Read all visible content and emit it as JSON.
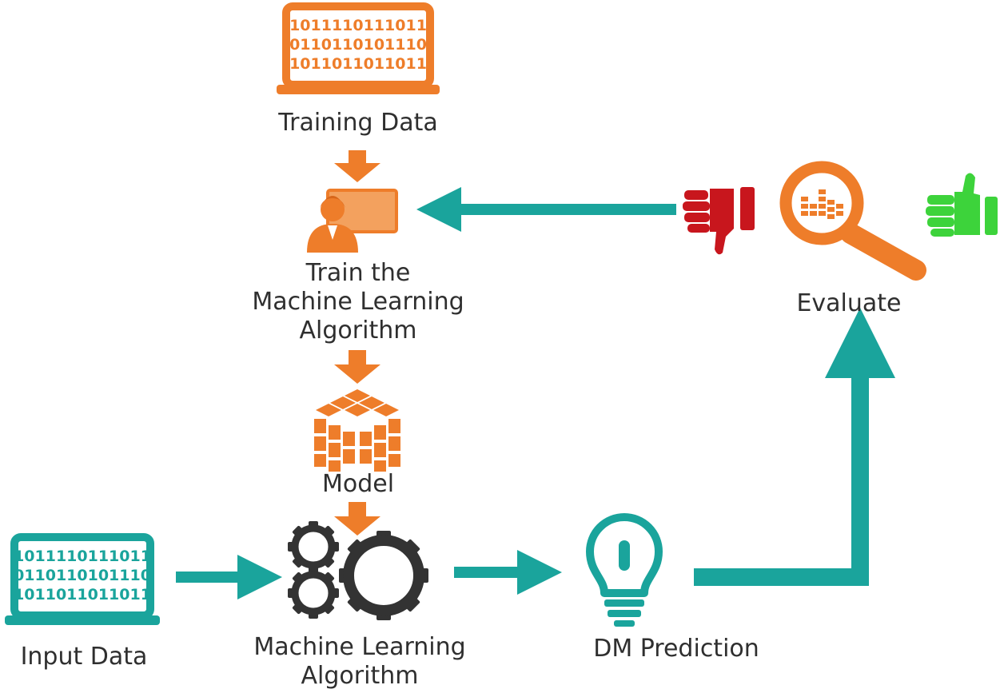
{
  "colors": {
    "orange": "#EE7D2A",
    "teal": "#1AA49C",
    "dark": "#333333",
    "red": "#C8161D",
    "green": "#3DD33B"
  },
  "nodes": {
    "training_data": {
      "label": "Training Data",
      "bits": [
        "1011110111011",
        "0110110101110",
        "1011011011011"
      ],
      "icon": "laptop-icon"
    },
    "train": {
      "label_lines": [
        "Train the",
        "Machine Learning",
        "Algorithm"
      ],
      "icon": "trainer-presentation-icon"
    },
    "model": {
      "label": "Model",
      "icon": "cube-grid-icon"
    },
    "input_data": {
      "label": "Input Data",
      "bits": [
        "1011110111011",
        "0110110101110",
        "1011011011011"
      ],
      "icon": "laptop-icon"
    },
    "ml_algorithm": {
      "label_lines": [
        "Machine Learning",
        "Algorithm"
      ],
      "icon": "gears-icon"
    },
    "prediction": {
      "label": "DM Prediction",
      "icon": "lightbulb-icon"
    },
    "evaluate": {
      "label": "Evaluate",
      "icons": [
        "thumbs-down-icon",
        "magnifier-chart-icon",
        "thumbs-up-icon"
      ]
    }
  }
}
